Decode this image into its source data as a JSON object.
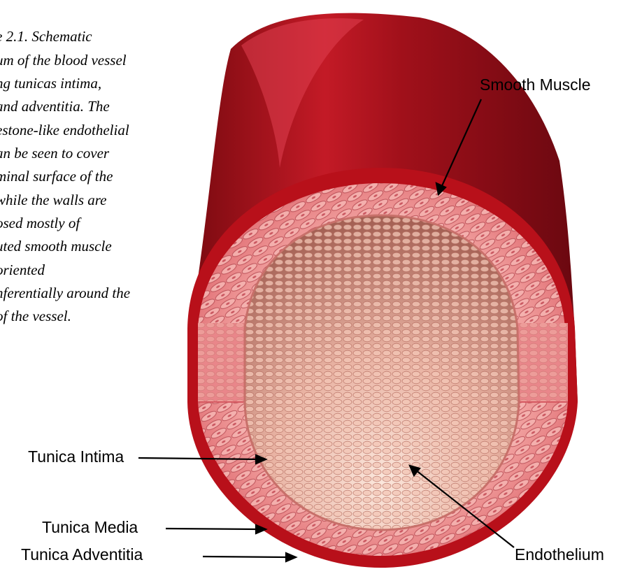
{
  "caption": {
    "lines": [
      "e 2.1. Schematic",
      "um of the blood vessel",
      "ng tunicas intima,",
      " and adventitia.  The",
      "estone-like endothelial",
      "an be seen to cover",
      "minal surface of the",
      "  while the walls are",
      "osed mostly of",
      "uted smooth muscle",
      "oriented",
      "nferentially around the",
      "of the vessel."
    ]
  },
  "labels": {
    "smooth_muscle": "Smooth Muscle",
    "tunica_intima": "Tunica Intima",
    "tunica_media": "Tunica Media",
    "tunica_adventitia": "Tunica Adventitia",
    "endothelium": "Endothelium"
  },
  "colors": {
    "vessel_outer": "#b8101a",
    "vessel_highlight": "#e04050",
    "media_layer": "#e98a8c",
    "lumen": "#e8b7a8",
    "arrow": "#000000"
  }
}
